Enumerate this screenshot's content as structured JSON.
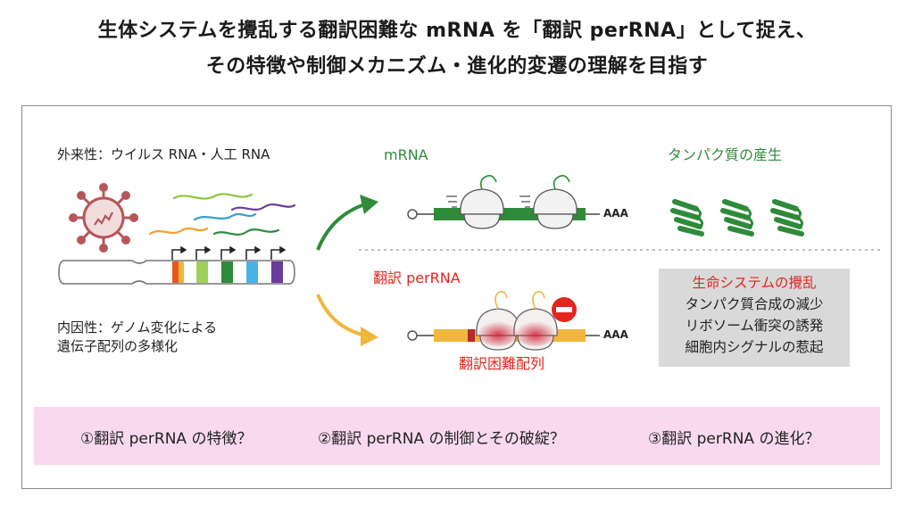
{
  "header": {
    "line1": "生体システムを攪乱する翻訳困難な mRNA を「翻訳 perRNA」として捉え、",
    "line2": "その特徴や制御メカニズム・進化的変遷の理解を目指す"
  },
  "left": {
    "exogenous_label": "外来性：ウイルス RNA・人工 RNA",
    "endogenous_label": "内因性：ゲノム変化による\n遺伝子配列の多様化"
  },
  "top_path": {
    "mrna_label": "mRNA",
    "poly_a": "AAA",
    "protein_label": "タンパク質の産生"
  },
  "bottom_path": {
    "perrna_label": "翻訳 perRNA",
    "poly_a": "AAA",
    "difficult_seq_label": "翻訳困難配列"
  },
  "effects_box": {
    "lines": [
      "生命システムの攪乱",
      "タンパク質合成の減少",
      "リボソーム衝突の誘発",
      "細胞内シグナルの惹起"
    ]
  },
  "questions": [
    "①翻訳 perRNA の特徴？",
    "②翻訳 perRNA の制御とその破綻？",
    "③翻訳 perRNA の進化？"
  ],
  "colors": {
    "green": "#2e8b3a",
    "orange": "#f0b63e",
    "red": "#e0261f",
    "virus": "#b5575a",
    "gray_box": "#d9d9d9",
    "pink_band": "#f8d9ef"
  },
  "icons": [
    "virus-icon",
    "no-entry-icon",
    "protein-icon",
    "ribosome-icon"
  ]
}
